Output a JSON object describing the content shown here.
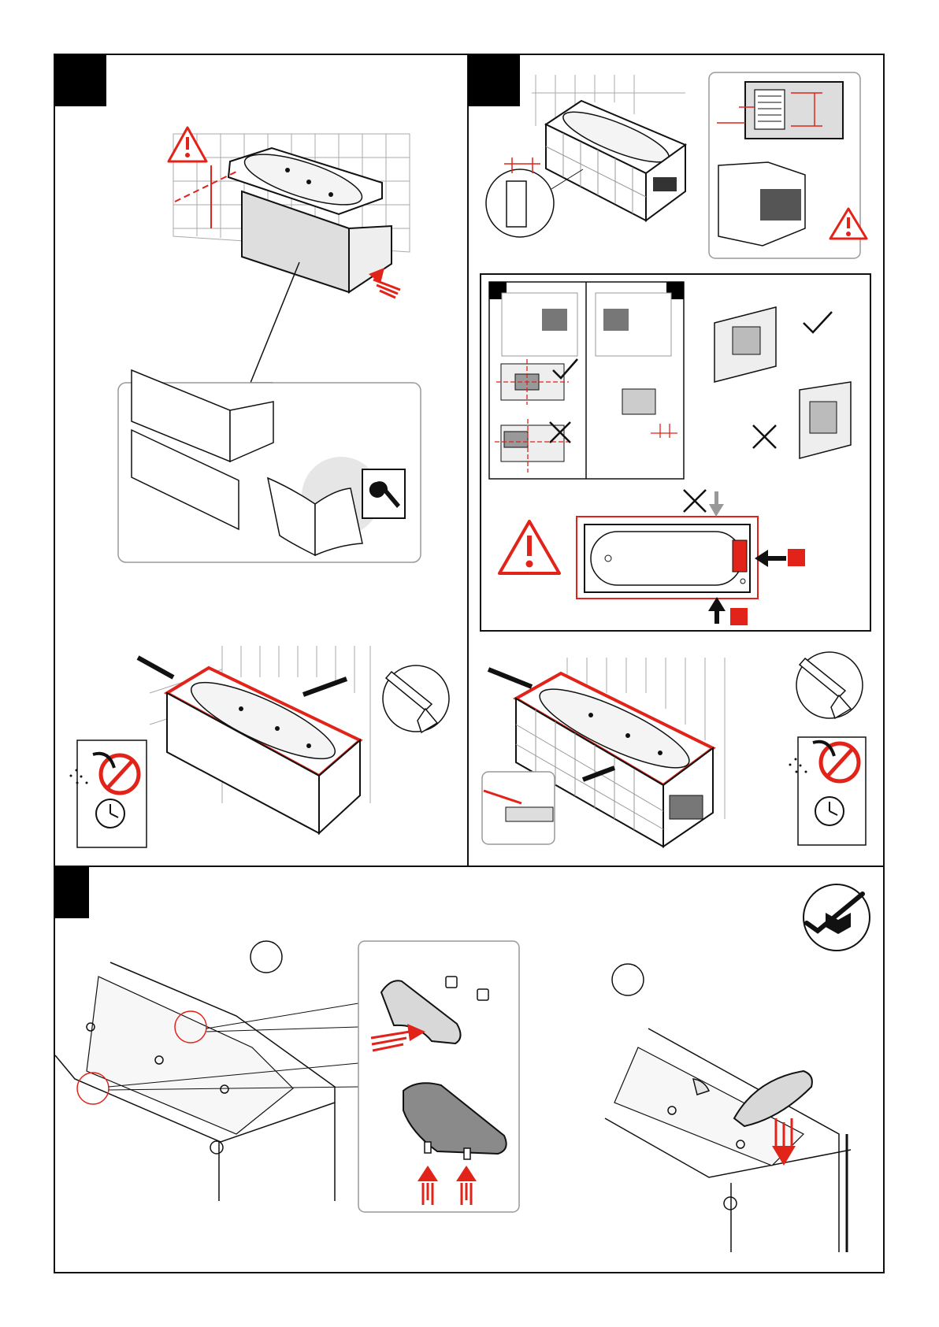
{
  "document": {
    "type": "installation-instruction-sheet",
    "steps": [
      {
        "id": "step-panel-fitting",
        "icons": [
          "warning-triangle-icon",
          "level-icon",
          "push-arrow-icon",
          "front-panel-icon",
          "side-panel-icon",
          "manual-book-icon",
          "wrench-icon"
        ]
      },
      {
        "id": "step-tiled-installation",
        "icons": [
          "inspection-grille-icon",
          "warning-triangle-icon",
          "check-icon",
          "cross-icon",
          "top-view-bathtub-icon",
          "red-square-marker-icon"
        ]
      },
      {
        "id": "step-sealing-panel",
        "icons": [
          "silicone-gun-icon",
          "no-shower-icon",
          "clock-icon"
        ]
      },
      {
        "id": "step-sealing-tiled",
        "icons": [
          "silicone-gun-icon",
          "no-shower-icon",
          "clock-icon"
        ]
      },
      {
        "id": "step-handles",
        "icons": [
          "allen-key-icon",
          "screw-icon",
          "handle-icon",
          "headrest-icon",
          "red-arrow-icon"
        ]
      }
    ]
  },
  "colors": {
    "red": "#e2231a",
    "black": "#111111",
    "grey": "#d8d8d8",
    "darkgrey": "#8a8a8a",
    "panel": "#f2f2f2"
  }
}
